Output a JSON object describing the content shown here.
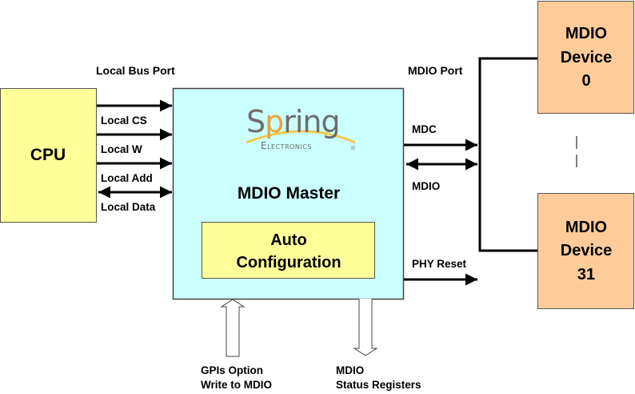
{
  "colors": {
    "cpu_fill": "#FFFF99",
    "master_fill": "#CCFFFF",
    "autoconfig_fill": "#FFFF99",
    "device_fill": "#FFCC99",
    "logo_gray": "#6E6E6E",
    "logo_orange": "#E8A33A",
    "logo_swoosh": "#F2C94C"
  },
  "cpu": {
    "label": "CPU"
  },
  "local_bus": {
    "title": "Local Bus Port",
    "signals": [
      {
        "label": "Local CS",
        "direction": "right"
      },
      {
        "label": "Local W",
        "direction": "right"
      },
      {
        "label": "Local Add",
        "direction": "right"
      },
      {
        "label": "Local Data",
        "direction": "both"
      }
    ]
  },
  "master": {
    "label": "MDIO Master",
    "logo": {
      "brand_part1": "S",
      "brand_part2": "p",
      "brand_part3": "ring",
      "sub": "Electronics",
      "reg": "®"
    },
    "autoconfig": {
      "line1": "Auto",
      "line2": "Configuration"
    }
  },
  "mdio_port": {
    "title": "MDIO Port",
    "signals": [
      {
        "label": "MDC",
        "direction": "right"
      },
      {
        "label": "MDIO",
        "direction": "both"
      },
      {
        "label": "PHY Reset",
        "direction": "right"
      }
    ]
  },
  "devices": [
    {
      "line1": "MDIO",
      "line2": "Device",
      "line3": "0"
    },
    {
      "line1": "MDIO",
      "line2": "Device",
      "line3": "31"
    }
  ],
  "bottom": {
    "gpi": {
      "line1": "GPIs Option",
      "line2": "Write to MDIO",
      "direction": "up"
    },
    "status": {
      "line1": "MDIO",
      "line2": "Status Registers",
      "direction": "down"
    }
  }
}
